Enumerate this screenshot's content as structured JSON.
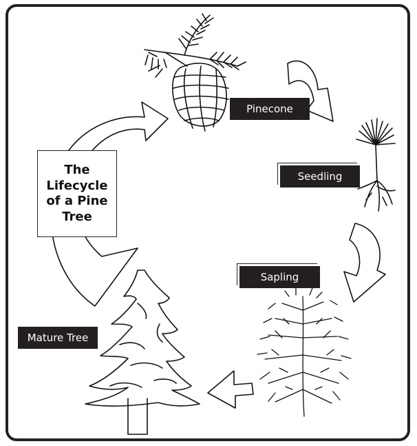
{
  "title": "The Lifecycle of a Pine Tree",
  "stages": [
    {
      "label": "Pinecone"
    },
    {
      "label": "Seedling"
    },
    {
      "label": "Sapling"
    },
    {
      "label": "Mature Tree"
    }
  ],
  "colors": {
    "frame": "#222222",
    "label_bg": "#231f20",
    "label_text": "#ffffff"
  }
}
